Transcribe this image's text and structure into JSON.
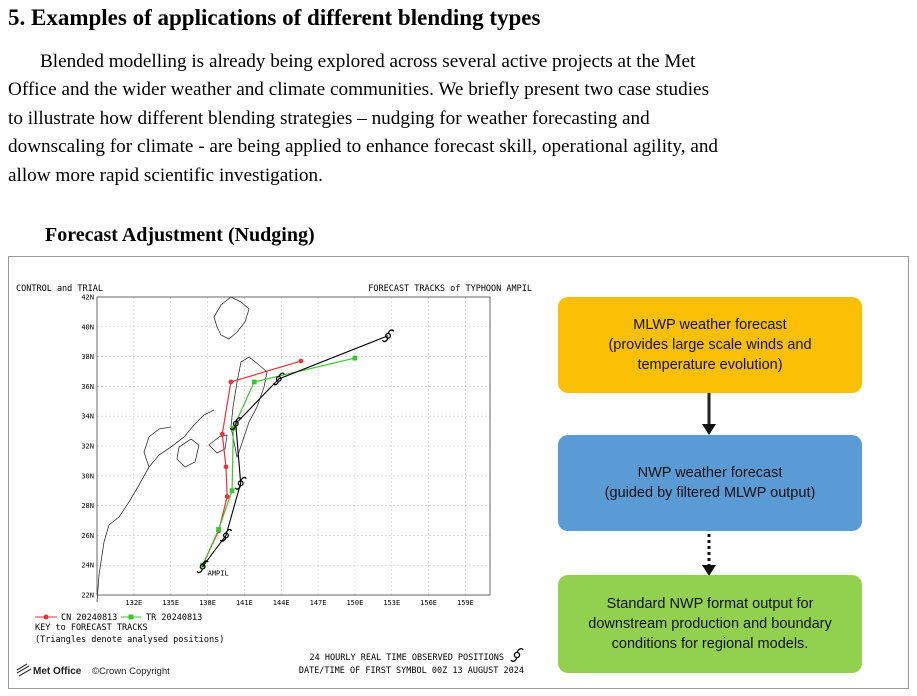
{
  "document": {
    "heading": "5. Examples of applications of different blending types",
    "paragraph_lines": [
      "Blended modelling is already being explored across several active projects at the Met",
      "Office and the wider weather and climate communities. We briefly present two case studies",
      "to illustrate how different blending strategies – nudging for weather forecasting and",
      "downscaling for climate - are being applied to enhance forecast skill, operational agility, and",
      "allow more rapid scientific investigation."
    ],
    "subheading": "Forecast Adjustment (Nudging)"
  },
  "track_chart": {
    "title_left": "CONTROL and TRIAL",
    "title_right": "FORECAST TRACKS of TYPHOON AMPIL",
    "storm_label": "AMPIL",
    "legend": {
      "control": "CN 20240813",
      "trial": "TR 20240813",
      "key_line": "KEY to FORECAST TRACKS",
      "note": "(Triangles denote analysed positions)"
    },
    "observed_note": "24 HOURLY REAL TIME OBSERVED POSITIONS",
    "datetime_note": "DATE/TIME OF FIRST SYMBOL 00Z 13 AUGUST 2024",
    "logo_text": "Met Office",
    "copyright": "©Crown Copyright",
    "colors": {
      "control": "#e8333a",
      "trial": "#3fc42f",
      "observed": "#000000",
      "grid": "#bfbfbf"
    }
  },
  "chart_data": {
    "type": "line",
    "xlim": [
      129,
      161
    ],
    "ylim": [
      22,
      42
    ],
    "x_ticks": [
      "132E",
      "135E",
      "138E",
      "141E",
      "144E",
      "147E",
      "150E",
      "153E",
      "156E",
      "159E"
    ],
    "y_ticks": [
      "22N",
      "24N",
      "26N",
      "28N",
      "30N",
      "32N",
      "34N",
      "36N",
      "38N",
      "40N",
      "42N"
    ],
    "series": [
      {
        "name": "CN 20240813",
        "color": "#e8333a",
        "points": [
          [
            137.6,
            24.0
          ],
          [
            138.9,
            26.3
          ],
          [
            139.6,
            28.6
          ],
          [
            139.5,
            30.6
          ],
          [
            139.2,
            32.8
          ],
          [
            139.9,
            36.3
          ],
          [
            145.6,
            37.7
          ]
        ]
      },
      {
        "name": "TR 20240813",
        "color": "#3fc42f",
        "points": [
          [
            137.6,
            24.0
          ],
          [
            138.9,
            26.4
          ],
          [
            140.0,
            29.0
          ],
          [
            140.1,
            33.2
          ],
          [
            141.8,
            36.3
          ],
          [
            150.0,
            37.9
          ]
        ]
      },
      {
        "name": "observed",
        "color": "#000000",
        "points": [
          [
            137.6,
            23.9
          ],
          [
            139.5,
            26.0
          ],
          [
            140.7,
            29.5
          ],
          [
            140.3,
            33.5
          ],
          [
            143.8,
            36.5
          ],
          [
            152.7,
            39.4
          ]
        ]
      }
    ]
  },
  "flow": {
    "box1": {
      "line1": "MLWP weather forecast",
      "line2": "(provides large scale winds and",
      "line3": "temperature evolution)",
      "color": "#fbbf05"
    },
    "box2": {
      "line1": "NWP weather forecast",
      "line2": "(guided by filtered MLWP output)",
      "color": "#5b9bd5"
    },
    "box3": {
      "line1": "Standard NWP format output for",
      "line2": "downstream production and boundary",
      "line3": "conditions for regional models.",
      "color": "#92d050"
    }
  }
}
